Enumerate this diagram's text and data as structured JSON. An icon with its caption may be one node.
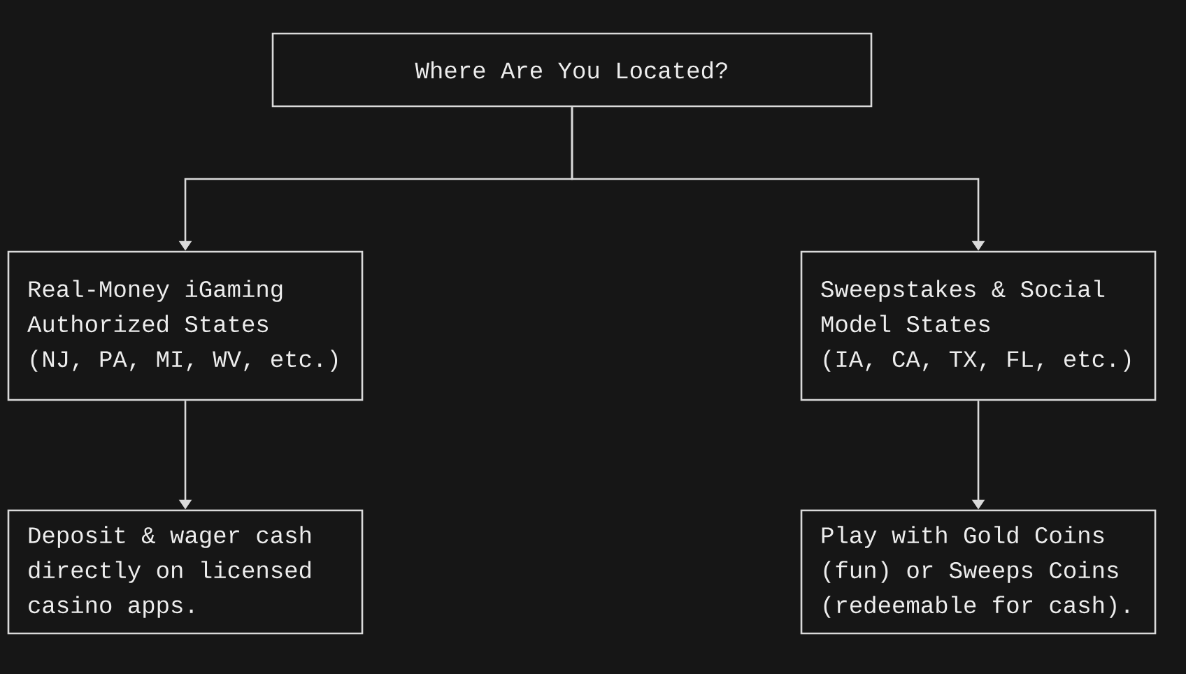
{
  "diagram": {
    "nodes": [
      {
        "text": [
          "Where Are You Located?"
        ]
      },
      {
        "text": [
          "Real-Money iGaming Authorized States (NJ, PA, MI, WV, etc.)"
        ]
      },
      {
        "text": [
          "Sweepstakes & Social Model States (IA, CA, TX, FL, etc.)"
        ]
      },
      {
        "text": [
          "Deposit & wager cash directly on licensed casino apps."
        ]
      },
      {
        "text": [
          "Play with Gold Coins (fun) or Sweeps Coins (redeemable for cash)."
        ]
      }
    ],
    "edges": [
      {
        "from": 0,
        "to": 1,
        "arrow": "to"
      },
      {
        "from": 0,
        "to": 2,
        "arrow": "to"
      },
      {
        "from": 1,
        "to": 3,
        "arrow": "to"
      },
      {
        "from": 2,
        "to": 4,
        "arrow": "to"
      }
    ]
  }
}
